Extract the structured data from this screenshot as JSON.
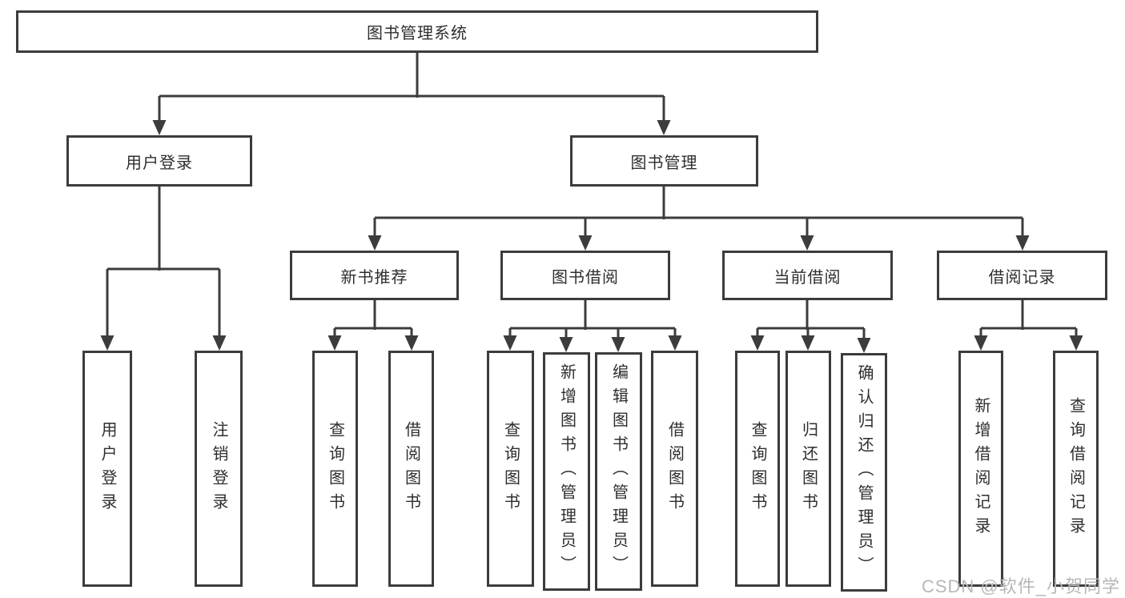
{
  "tree": {
    "root": {
      "label": "图书管理系统",
      "children": [
        {
          "label": "用户登录",
          "children": [
            {
              "label": "用户登录"
            },
            {
              "label": "注销登录"
            }
          ]
        },
        {
          "label": "图书管理",
          "children": [
            {
              "label": "新书推荐",
              "children": [
                {
                  "label": "查询图书"
                },
                {
                  "label": "借阅图书"
                }
              ]
            },
            {
              "label": "图书借阅",
              "children": [
                {
                  "label": "查询图书"
                },
                {
                  "label": "新增图书（管理员）"
                },
                {
                  "label": "编辑图书（管理员）"
                },
                {
                  "label": "借阅图书"
                }
              ]
            },
            {
              "label": "当前借阅",
              "children": [
                {
                  "label": "查询图书"
                },
                {
                  "label": "归还图书"
                },
                {
                  "label": "确认归还（管理员）"
                }
              ]
            },
            {
              "label": "借阅记录",
              "children": [
                {
                  "label": "新增借阅记录"
                },
                {
                  "label": "查询借阅记录"
                }
              ]
            }
          ]
        }
      ]
    }
  },
  "watermark": {
    "text": "CSDN @软件_小贺同学"
  },
  "colors": {
    "line": "#3c3c3c",
    "box_border": "#3c3c3c",
    "box_background": "#ffffff",
    "text": "#2e2e2e",
    "watermark": "#b9b6b6",
    "background": "#ffffff"
  }
}
